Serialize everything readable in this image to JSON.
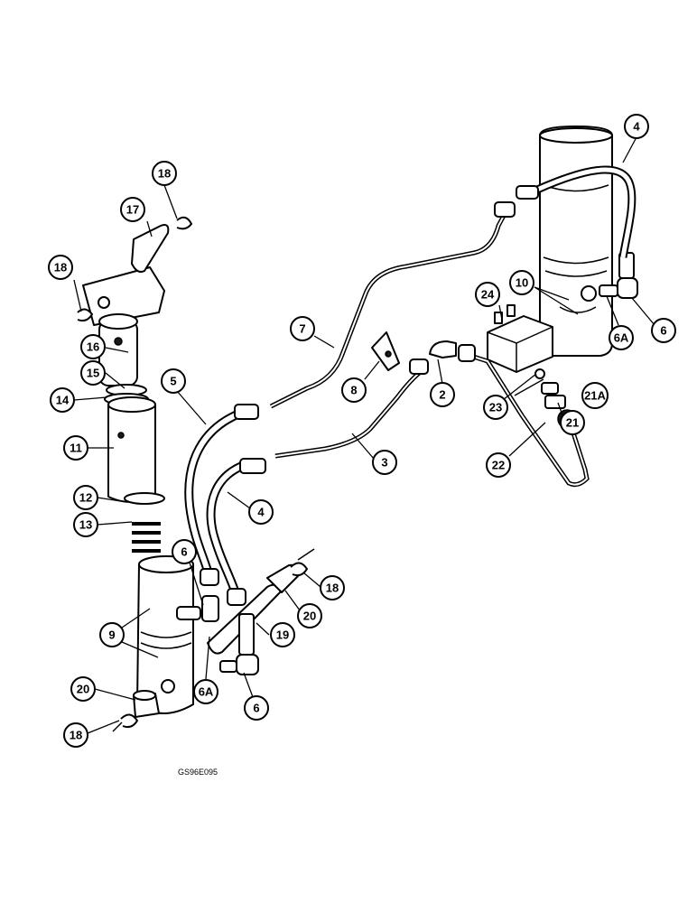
{
  "figure_code": "GS96E095",
  "callouts": [
    {
      "label": "4"
    },
    {
      "label": "18"
    },
    {
      "label": "17"
    },
    {
      "label": "18"
    },
    {
      "label": "10"
    },
    {
      "label": "24"
    },
    {
      "label": "6"
    },
    {
      "label": "6A"
    },
    {
      "label": "7"
    },
    {
      "label": "16"
    },
    {
      "label": "15"
    },
    {
      "label": "14"
    },
    {
      "label": "5"
    },
    {
      "label": "8"
    },
    {
      "label": "2"
    },
    {
      "label": "21A"
    },
    {
      "label": "23"
    },
    {
      "label": "21"
    },
    {
      "label": "11"
    },
    {
      "label": "3"
    },
    {
      "label": "22"
    },
    {
      "label": "12"
    },
    {
      "label": "13"
    },
    {
      "label": "4"
    },
    {
      "label": "6"
    },
    {
      "label": "18"
    },
    {
      "label": "20"
    },
    {
      "label": "9"
    },
    {
      "label": "19"
    },
    {
      "label": "20"
    },
    {
      "label": "6A"
    },
    {
      "label": "6"
    },
    {
      "label": "18"
    }
  ]
}
